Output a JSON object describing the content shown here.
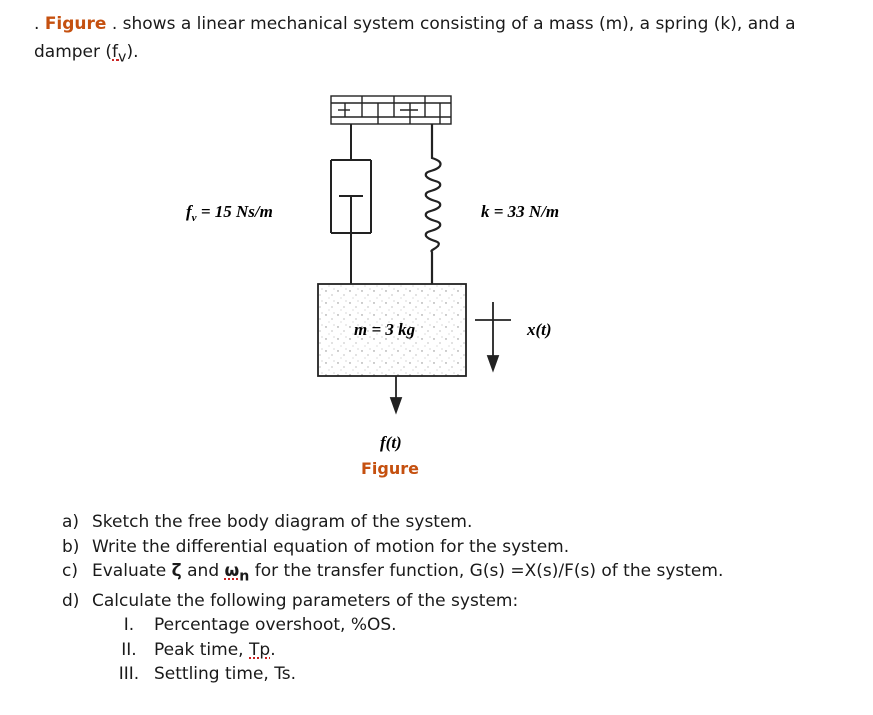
{
  "intro": {
    "lead": ". ",
    "figure_ref": "Figure",
    "mid": " . shows a linear mechanical system consisting of a mass (m), a spring (k), and a damper (",
    "damper_symbol": "f",
    "damper_sub": "v",
    "tail": ")."
  },
  "diagram": {
    "damper_label_symbol": "f",
    "damper_label_sub": "v",
    "damper_label_value": " = 15 Ns/m",
    "spring_label": "k = 33 N/m",
    "mass_label": "m = 3 kg",
    "displacement_label": "x(t)",
    "force_label": "f(t)",
    "caption": "Figure"
  },
  "questions": [
    {
      "label": "a)",
      "text": "Sketch the free body diagram of the system."
    },
    {
      "label": "b)",
      "text": "Write the differential equation of motion for the system."
    },
    {
      "label": "c)",
      "pre": "Evaluate ",
      "zeta": "ζ",
      "mid": " and ",
      "omega": "ω",
      "omega_sub": "n",
      "post": " for the transfer function, G(s) =X(s)/F(s) of the system."
    },
    {
      "label": "d)",
      "text": "Calculate the following parameters of the system:"
    }
  ],
  "subitems": [
    {
      "label": "I.",
      "text": "Percentage overshoot, %OS."
    },
    {
      "label": "II.",
      "pre": "Peak time, ",
      "term": "Tp",
      "post": "."
    },
    {
      "label": "III.",
      "text": "Settling time, Ts."
    }
  ]
}
